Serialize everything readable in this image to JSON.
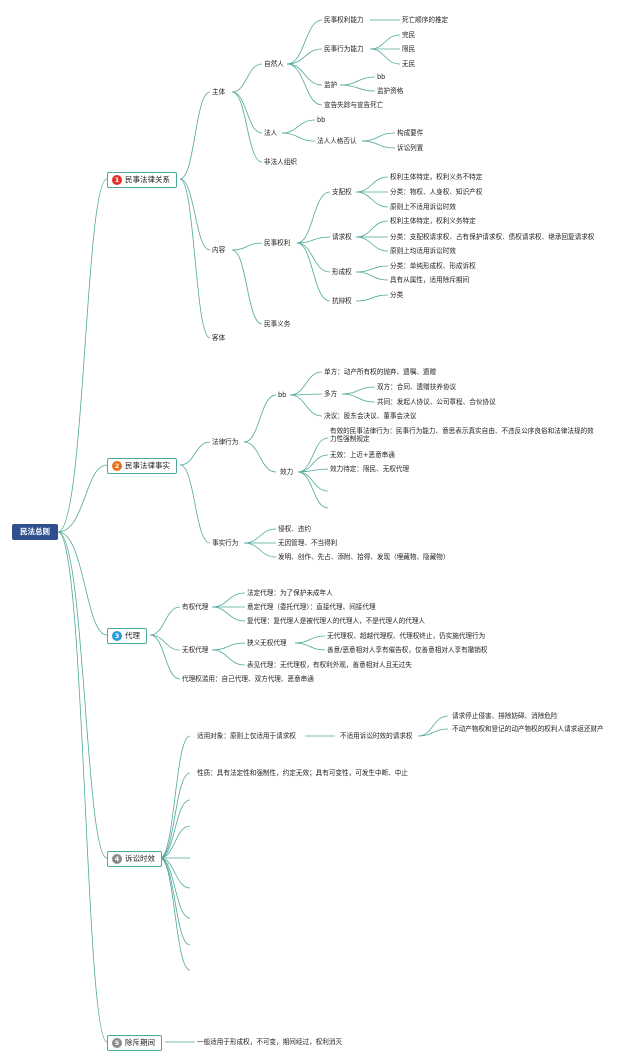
{
  "root": "民法总则",
  "colors": {
    "line": "#4fa89a",
    "root_bg": "#2f4f8f",
    "badge1": "#e0312b",
    "badge2": "#e8701a",
    "badge3": "#2a9bd7",
    "badge4": "#8a8a8a",
    "badge5": "#8a8a8a"
  },
  "branches": [
    {
      "num": "1",
      "label": "民事法律关系"
    },
    {
      "num": "2",
      "label": "民事法律事实"
    },
    {
      "num": "3",
      "label": "代理"
    },
    {
      "num": "4",
      "label": "诉讼时效"
    },
    {
      "num": "5",
      "label": "除斥期间"
    }
  ],
  "b1": {
    "zhuti": "主体",
    "ziranren": "自然人",
    "quanli_nengli": "民事权利能力",
    "siwang": "死亡顺序的推定",
    "xingwei_nengli": "民事行为能力",
    "wanmin": "完民",
    "xianmin": "限民",
    "wumin": "无民",
    "jianhu": "监护",
    "jianhu_bb": "bb",
    "jianhu_zige": "监护资格",
    "xuangao": "宣告失踪与宣告死亡",
    "faren": "法人",
    "faren_bb": "bb",
    "renge_fouren": "法人人格否认",
    "goucheng": "构成要件",
    "susong_liezhai": "诉讼列置",
    "feifaren": "非法人组织",
    "neirong": "内容",
    "minshi_quanli": "民事权利",
    "zhipei": "支配权",
    "zp1": "权利主体特定，权利义务不特定",
    "zp2": "分类：物权、人身权、知识产权",
    "zp3": "原则上不适用诉讼时效",
    "qingqiu": "请求权",
    "qq1": "权利主体特定，权利义务特定",
    "qq2": "分类：支配权请求权、占有保护请求权、债权请求权、继承回复请求权",
    "qq3": "原则上均适用诉讼时效",
    "xingcheng": "形成权",
    "xc1": "分类：单纯形成权、形成诉权",
    "xc2": "具有从属性，适用除斥期间",
    "kangbian": "抗辩权",
    "kb1": "分类",
    "minshi_yiwu": "民事义务",
    "keti": "客体"
  },
  "b2": {
    "falv_xingwei": "法律行为",
    "bb": "bb",
    "danfang": "单方：动产所有权的抛弃、遗嘱、遗赠",
    "duofang": "多方",
    "shuangfang": "双方：合同、遗赠扶养协议",
    "gongtong": "共同：发起人协议、公司章程、合伙协议",
    "jueyi": "决议：股东会决议、董事会决议",
    "xiaoli": "效力",
    "youxiao": "有效的民事法律行为：民事行为能力、意思表示真实自由、不违反公序良俗和法律法规的效力性强制规定",
    "wuxiao": "无效：上近+恶意串通",
    "daiding": "效力待定：限民、无权代理",
    "shishi_xingwei": "事实行为",
    "sx1": "侵权、违约",
    "sx2": "无因管理、不当得利",
    "sx3": "发明、创作、先占、添附、拾得、发现（埋藏物、隐藏物）"
  },
  "b3": {
    "youquan": "有权代理",
    "fading": "法定代理：为了保护未成年人",
    "yiding": "意定代理（委托代理）：直接代理、间接代理",
    "fu": "复代理：复代理人是被代理人的代理人，不是代理人的代理人",
    "wuquan": "无权代理",
    "xiayi": "狭义无权代理",
    "xy1": "无代理权、超越代理权、代理权终止，仍实施代理行为",
    "xy2": "善意/恶意相对人享有催告权，仅善意相对人享有撤销权",
    "biaojian": "表见代理：无代理权，有权利外观，善意相对人且无过失",
    "lanyong": "代理权滥用：自己代理、双方代理、恶意串通"
  },
  "b4": {
    "shiyong": "适用对象：原则上仅适用于请求权",
    "bushiyong": "不适用诉讼时效的请求权",
    "bs1": "请求停止侵害、排除妨碍、消除危险",
    "bs2": "不动产物权和登记的动产物权的权利人请求返还财产",
    "xingzhi": "性质：具有法定性和强制性，约定无效；具有可变性，可发生中断、中止"
  },
  "b5": {
    "yiban": "一般适用于形成权，不可变，期间经过，权利消灭"
  }
}
